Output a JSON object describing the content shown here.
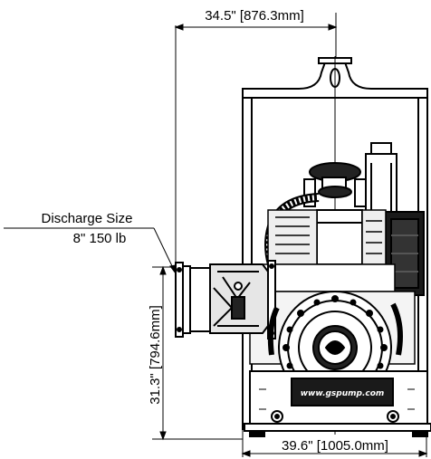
{
  "drawing": {
    "dim_top": "34.5\" [876.3mm]",
    "dim_bottom": "39.6\" [1005.0mm]",
    "dim_height": "31.3\" [794.6mm]",
    "callout": {
      "line1": "Discharge Size",
      "line2": "8\" 150 lb"
    },
    "brand_text": "www.gspump.com"
  },
  "colors": {
    "ink": "#000000",
    "paper": "#ffffff"
  }
}
